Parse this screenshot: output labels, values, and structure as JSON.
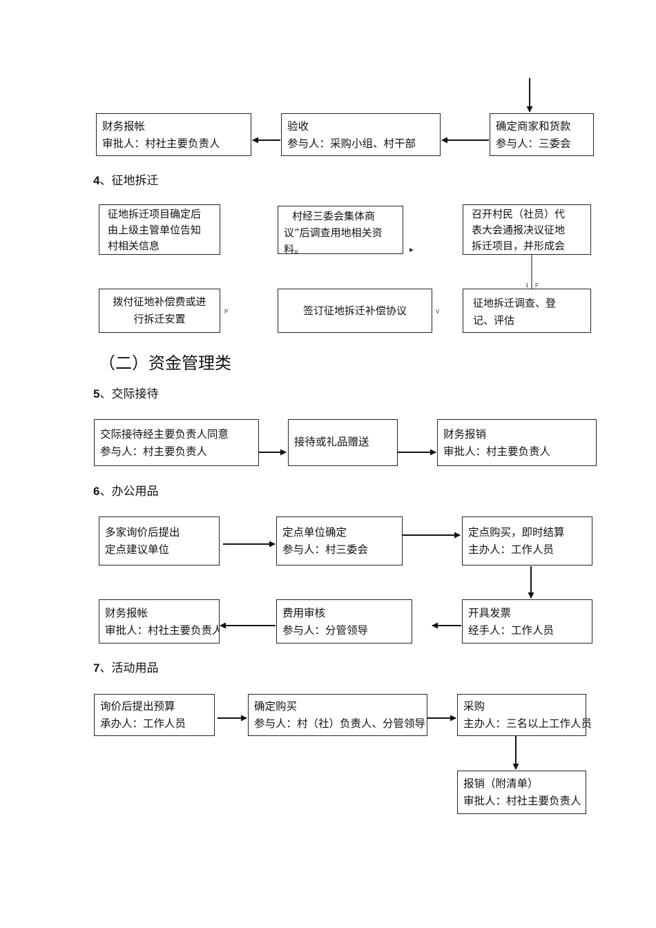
{
  "top_flow": {
    "finance": {
      "title": "财务报帐",
      "sub": "审批人：村社主要负责人"
    },
    "acceptance": {
      "title": "验收",
      "sub": "参与人：采购小组、村干部"
    },
    "merchant": {
      "title": "确定商家和货款",
      "sub": "参与人：三委会"
    }
  },
  "section4": {
    "heading_num": "4",
    "heading_text": "、征地拆迁",
    "box1": {
      "l1": "征地拆迁项目确定后",
      "l2": "由上级主管单位告知",
      "l3": "村相关信息"
    },
    "box2": {
      "l1": "村经三委会集体商",
      "l2": "议”后调查用地相关资",
      "l3": "料。"
    },
    "box3": {
      "l1": "召开村民（社员）代",
      "l2": "表大会通报决议征地",
      "l3": "拆迁项目，并形成会"
    },
    "box4": {
      "l1": "拨付征地补偿费或进",
      "l2": "行拆迁安置"
    },
    "box5": {
      "l1": "签订征地拆迁补偿协议"
    },
    "box6": {
      "l1": "征地拆迁调查、登",
      "l2": "记、评估"
    },
    "marks": {
      "arrow_right": "►",
      "p": "P",
      "v": "V",
      "one": "1",
      "f": "F"
    }
  },
  "section_two": {
    "title": "（二）资金管理类"
  },
  "section5": {
    "heading_num": "5",
    "heading_text": "、交际接待",
    "box1": {
      "l1": "交际接待经主要负责人同意",
      "l2": "参与人：村主要负责人"
    },
    "box2": {
      "l1": "接待或礼品赠送"
    },
    "box3": {
      "l1": "财务报销",
      "l2": "审批人：村主要负责人"
    }
  },
  "section6": {
    "heading_num": "6",
    "heading_text": "、办公用品",
    "box1": {
      "l1": "多家询价后提出",
      "l2": "定点建议单位"
    },
    "box2": {
      "l1": "定点单位确定",
      "l2": "参与人：村三委会"
    },
    "box3": {
      "l1": "定点购买，即时结算",
      "l2": "主办人：工作人员"
    },
    "box4": {
      "l1": "财务报帐",
      "l2": "审批人：村社主要负责人"
    },
    "box5": {
      "l1": "费用审核",
      "l2": "参与人：分管领导"
    },
    "box6": {
      "l1": "开具发票",
      "l2": "经手人：工作人员"
    }
  },
  "section7": {
    "heading_num": "7",
    "heading_text": "、活动用品",
    "box1": {
      "l1": "询价后提出预算",
      "l2": "承办人：工作人员"
    },
    "box2": {
      "l1": "确定购买",
      "l2": "参与人：村（社）负责人、分管领导"
    },
    "box3": {
      "l1": "采购",
      "l2": "主办人：三名以上工作人员"
    },
    "box4": {
      "l1": "报销（附清单）",
      "l2": "审批人：村社主要负责人"
    }
  }
}
